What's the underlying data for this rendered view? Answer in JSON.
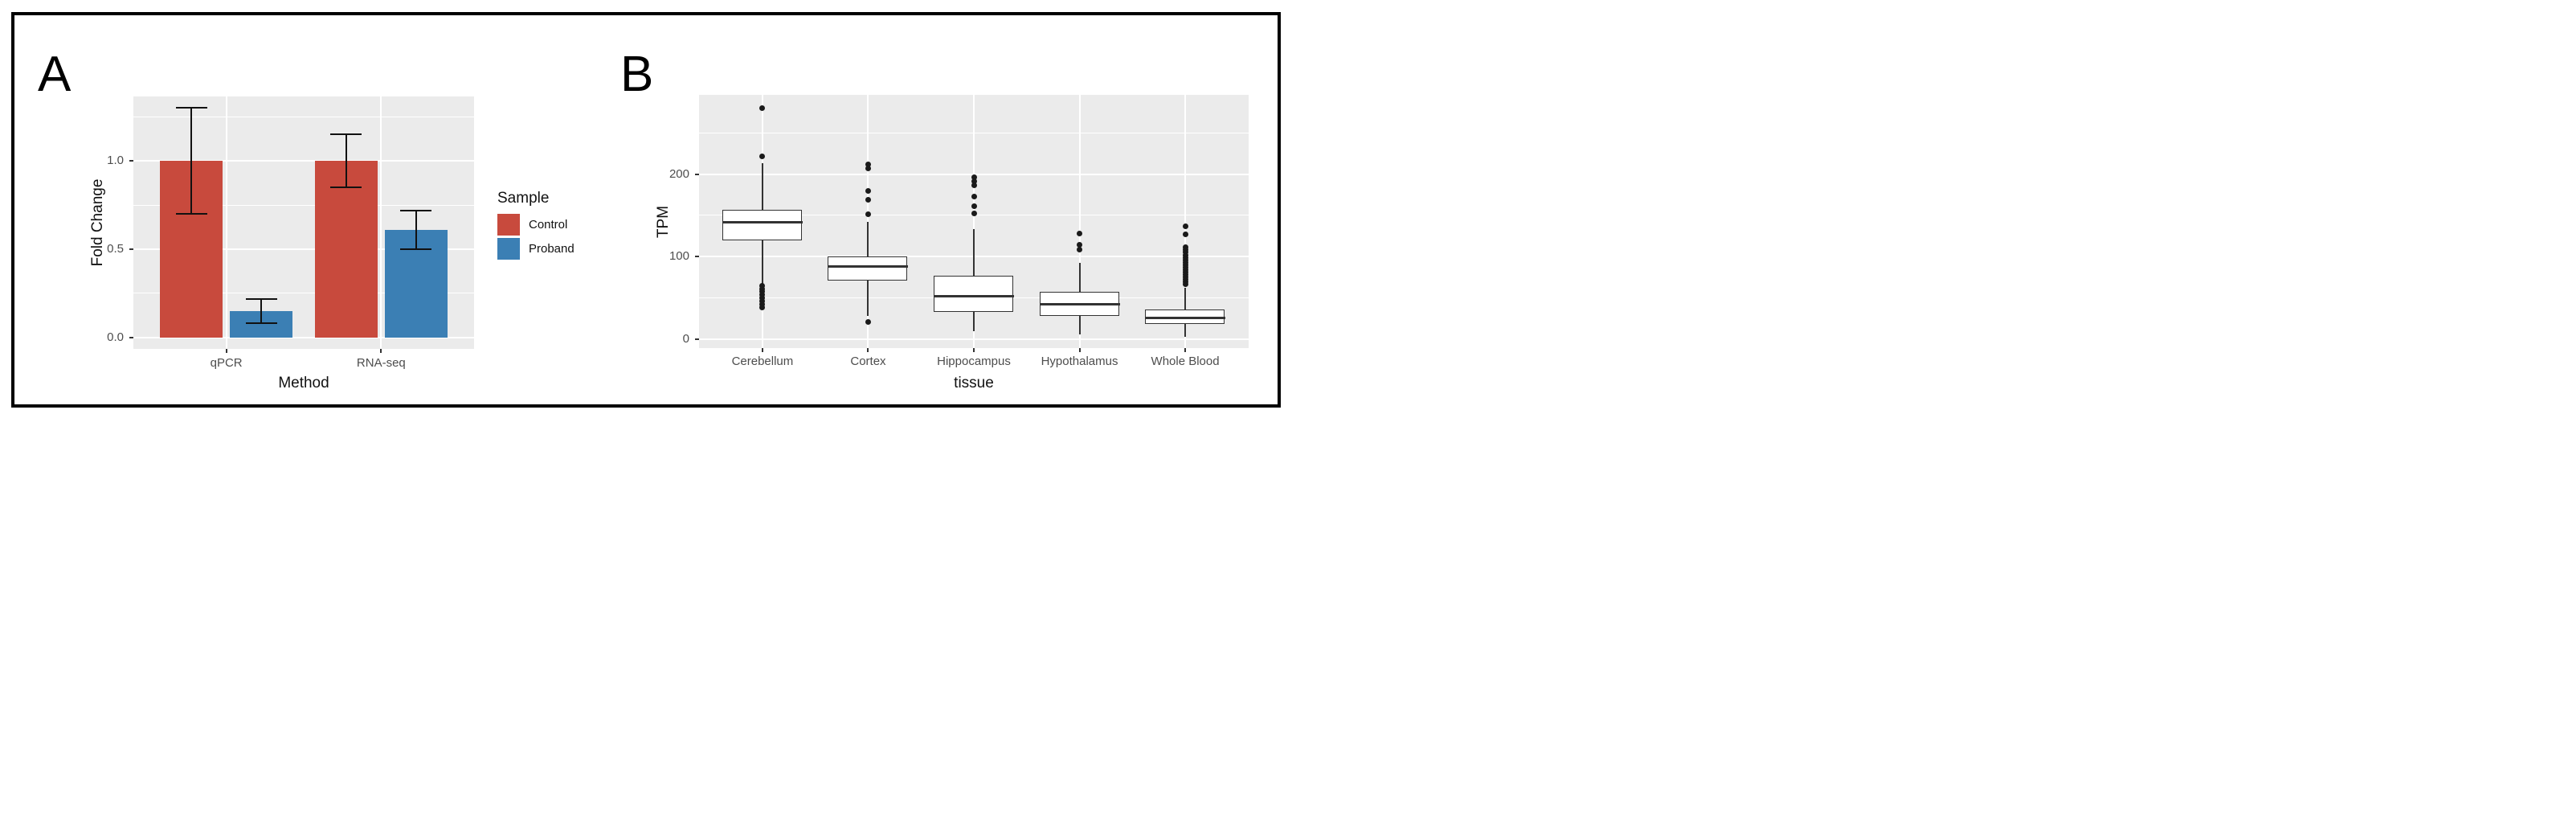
{
  "panels": {
    "a": {
      "label": "A"
    },
    "b": {
      "label": "B"
    }
  },
  "colors": {
    "panel_bg": "#EBEBEB",
    "grid": "#FFFFFF",
    "box_stroke": "#333333",
    "outlier": "#1A1A1A",
    "tick_text": "#4D4D4D",
    "frame": "#000000",
    "control": "#C84A3D",
    "proband": "#3B7FB4"
  },
  "chart_data": [
    {
      "id": "A",
      "type": "bar",
      "title": "",
      "xlabel": "Method",
      "ylabel": "Fold Change",
      "categories": [
        "qPCR",
        "RNA-seq"
      ],
      "series": [
        {
          "name": "Control",
          "color": "#C84A3D",
          "values": [
            1.0,
            1.0
          ],
          "err_low": [
            0.7,
            0.85
          ],
          "err_high": [
            1.3,
            1.15
          ]
        },
        {
          "name": "Proband",
          "color": "#3B7FB4",
          "values": [
            0.15,
            0.61
          ],
          "err_low": [
            0.08,
            0.5
          ],
          "err_high": [
            0.22,
            0.72
          ]
        }
      ],
      "y_ticks": [
        0.0,
        0.5,
        1.0
      ],
      "y_tick_labels": [
        "0.0",
        "0.5",
        "1.0"
      ],
      "y_minor": [
        0.25,
        0.75,
        1.25
      ],
      "ylim": [
        -0.064,
        1.364
      ],
      "grid": true,
      "legend": {
        "title": "Sample",
        "position": "right",
        "items": [
          {
            "label": "Control",
            "color": "#C84A3D"
          },
          {
            "label": "Proband",
            "color": "#3B7FB4"
          }
        ]
      }
    },
    {
      "id": "B",
      "type": "boxplot",
      "title": "",
      "xlabel": "tissue",
      "ylabel": "TPM",
      "categories": [
        "Cerebellum",
        "Cortex",
        "Hippocampus",
        "Hypothalamus",
        "Whole Blood"
      ],
      "y_ticks": [
        0,
        100,
        200
      ],
      "y_tick_labels": [
        "0",
        "100",
        "200"
      ],
      "y_minor": [
        50,
        150,
        250
      ],
      "ylim": [
        -11,
        296
      ],
      "grid": true,
      "boxes": [
        {
          "tissue": "Cerebellum",
          "whisker_low": 66,
          "q1": 119,
          "median": 142,
          "q3": 157,
          "whisker_high": 213,
          "outliers_high": [
            280,
            221
          ],
          "outliers_low": [
            65,
            61,
            58,
            54,
            50,
            46,
            42,
            38
          ]
        },
        {
          "tissue": "Cortex",
          "whisker_low": 28,
          "q1": 70,
          "median": 88,
          "q3": 100,
          "whisker_high": 142,
          "outliers_high": [
            212,
            207,
            180,
            169,
            151
          ],
          "outliers_low": [
            21
          ]
        },
        {
          "tissue": "Hippocampus",
          "whisker_low": 9,
          "q1": 32,
          "median": 52,
          "q3": 77,
          "whisker_high": 133,
          "outliers_high": [
            196,
            191,
            186,
            173,
            161,
            152
          ],
          "outliers_low": []
        },
        {
          "tissue": "Hypothalamus",
          "whisker_low": 6,
          "q1": 27,
          "median": 42,
          "q3": 57,
          "whisker_high": 92,
          "outliers_high": [
            128,
            114,
            108
          ],
          "outliers_low": []
        },
        {
          "tissue": "Whole Blood",
          "whisker_low": 3,
          "q1": 17,
          "median": 26,
          "q3": 36,
          "whisker_high": 62,
          "outliers_high": [
            137,
            127,
            111,
            108,
            105,
            102,
            99,
            96,
            93,
            90,
            87,
            84,
            81,
            78,
            75,
            72,
            69,
            66
          ],
          "outliers_low": []
        }
      ]
    }
  ]
}
